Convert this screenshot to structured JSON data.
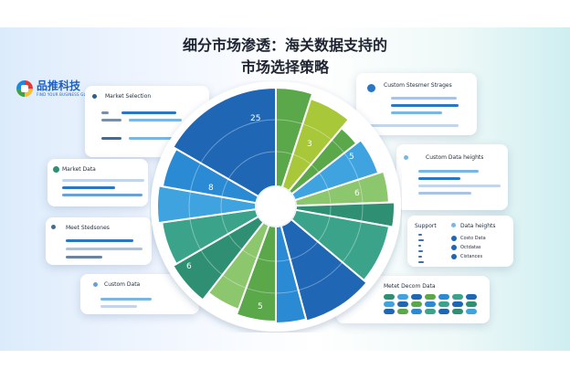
{
  "title_line1": "细分市场渗透：海关数据支持的",
  "title_line2": "市场选择策略",
  "logo": {
    "name": "品推科技",
    "tagline": "FIND YOUR BUSINESS GLOBAL"
  },
  "cards": {
    "market_selection": "Market Selection",
    "market_data": "Market Data",
    "meet_stedsones": "Meet Stedsones",
    "custom_data": "Custom Data",
    "custom_stesmer": "Custom Stesmer Strages",
    "custom_data_heights": "Custom Data heights",
    "support": "Support",
    "data_heights": "Data heights",
    "list_items": [
      "Costo Data",
      "Octdatas",
      "Cistances"
    ],
    "metet_decom": "Metet Decom Data"
  },
  "pie_labels": [
    "25",
    "3",
    "5",
    "6",
    "8",
    "6",
    "5"
  ],
  "colors": {
    "blue_dark": "#1f66b5",
    "blue": "#2a8bd4",
    "blue_light": "#3fa3df",
    "green": "#5aa84a",
    "green_light": "#8cc66d",
    "lime": "#a8c83a",
    "teal": "#2e8f72",
    "teal_light": "#3aa38a"
  }
}
